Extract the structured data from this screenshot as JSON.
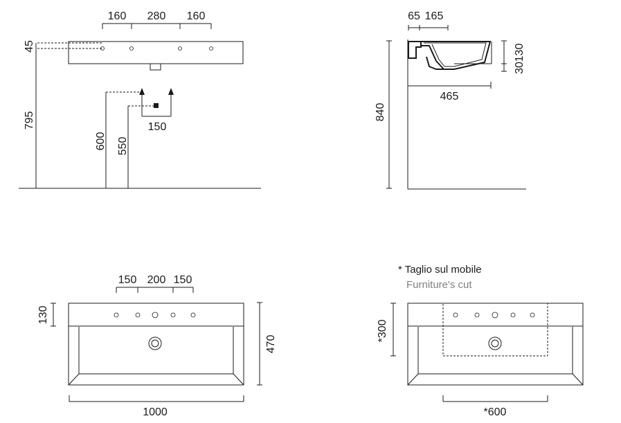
{
  "front_view": {
    "top_dims": [
      "160",
      "280",
      "160"
    ],
    "left_dim_top": "45",
    "left_dim_height": "795",
    "dim_600": "600",
    "dim_550": "550",
    "dim_150": "150"
  },
  "side_view": {
    "top_dims": [
      "65",
      "165"
    ],
    "right_dims": [
      "130",
      "30"
    ],
    "depth": "465",
    "height": "840"
  },
  "top_view": {
    "tap_dims": [
      "150",
      "200",
      "150"
    ],
    "back_dim": "130",
    "depth": "470",
    "width": "1000"
  },
  "cut_view": {
    "note_it": "* Taglio sul mobile",
    "note_en": "Furniture's cut",
    "cut_depth": "*300",
    "cut_width": "*600"
  }
}
